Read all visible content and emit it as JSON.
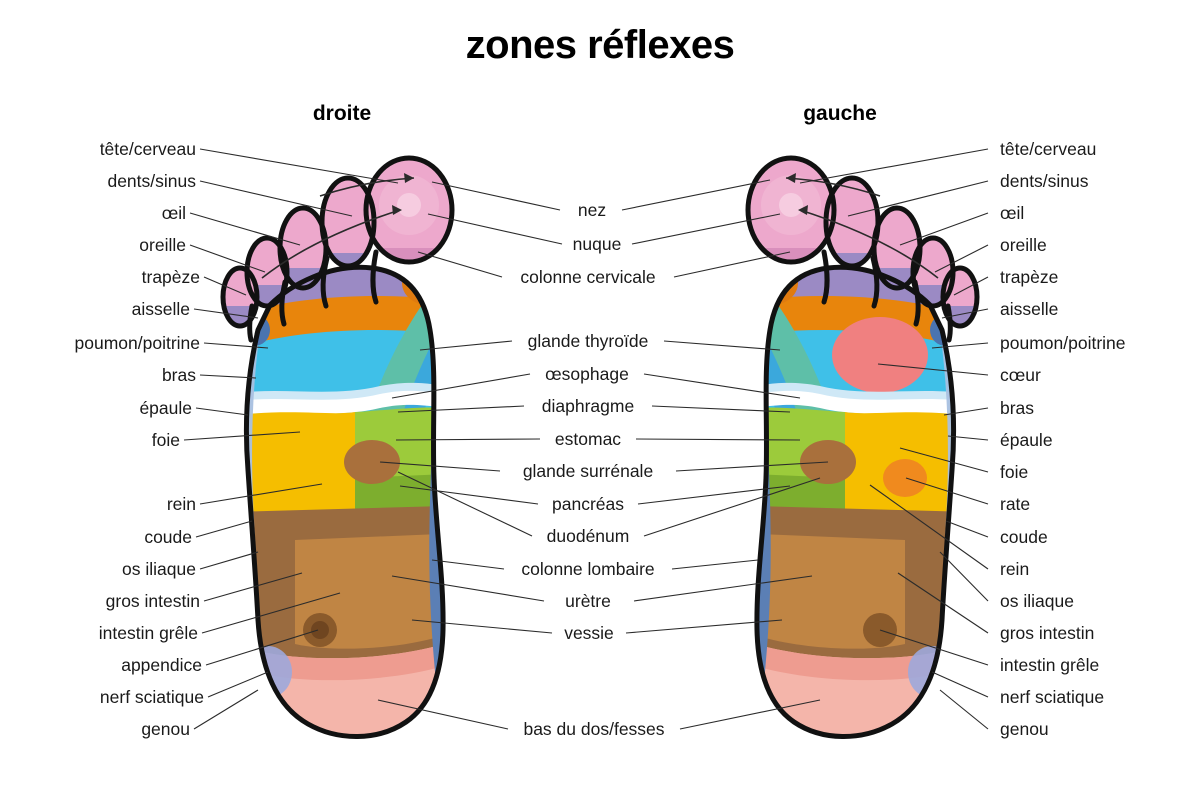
{
  "header": {
    "title": "zones réflexes",
    "left_foot_label": "droite",
    "right_foot_label": "gauche"
  },
  "colors": {
    "outline": "#111111",
    "toe_pink": "#EDA8CC",
    "toe_pink_light": "#F3C4DC",
    "toe_purple": "#9B8AC4",
    "trapeze_orange": "#E8850C",
    "lung_cyan": "#3FC0E8",
    "thyroid_teal": "#5EBFA8",
    "esophagus_blue": "#3BA8DC",
    "liver_yellow": "#F5BE00",
    "stomach_green": "#9CCB3B",
    "pancreas_green_dark": "#7DAE2E",
    "intestine_brown": "#9A6B3F",
    "colon_brown_light": "#C08544",
    "kidney_yellow": "#F7E04A",
    "heel_salmon": "#F4B5AA",
    "spine_blue": "#5B7FB5",
    "arm_blue_light": "#A8C0E0",
    "heart_red": "#F08080",
    "spleen_orange": "#F08A1E",
    "shoulder_blue": "#4A74B0"
  },
  "labels_left": [
    "tête/cerveau",
    "dents/sinus",
    "œil",
    "oreille",
    "trapèze",
    "aisselle",
    "poumon/poitrine",
    "bras",
    "épaule",
    "foie",
    "rein",
    "coude",
    "os iliaque",
    "gros intestin",
    "intestin grêle",
    "appendice",
    "nerf sciatique",
    "genou"
  ],
  "labels_center": [
    "nez",
    "nuque",
    "colonne cervicale",
    "glande thyroïde",
    "œsophage",
    "diaphragme",
    "estomac",
    "glande surrénale",
    "pancréas",
    "duodénum",
    "colonne lombaire",
    "urètre",
    "vessie",
    "bas du dos/fesses"
  ],
  "labels_right": [
    "tête/cerveau",
    "dents/sinus",
    "œil",
    "oreille",
    "trapèze",
    "aisselle",
    "poumon/poitrine",
    "cœur",
    "bras",
    "épaule",
    "foie",
    "rate",
    "coude",
    "rein",
    "os iliaque",
    "gros intestin",
    "intestin grêle",
    "nerf sciatique",
    "genou"
  ],
  "chart_data": {
    "type": "diagram",
    "title": "zones réflexes",
    "subject": "reflexology foot chart",
    "language": "fr",
    "feet": [
      {
        "side": "droite",
        "label_column": "left",
        "zones": [
          "tête/cerveau",
          "dents/sinus",
          "œil",
          "oreille",
          "trapèze",
          "aisselle",
          "poumon/poitrine",
          "bras",
          "épaule",
          "foie",
          "rein",
          "coude",
          "os iliaque",
          "gros intestin",
          "intestin grêle",
          "appendice",
          "nerf sciatique",
          "genou",
          "nez",
          "nuque",
          "colonne cervicale",
          "glande thyroïde",
          "œsophage",
          "diaphragme",
          "estomac",
          "glande surrénale",
          "pancréas",
          "duodénum",
          "colonne lombaire",
          "urètre",
          "vessie",
          "bas du dos/fesses"
        ]
      },
      {
        "side": "gauche",
        "label_column": "right",
        "zones": [
          "tête/cerveau",
          "dents/sinus",
          "œil",
          "oreille",
          "trapèze",
          "aisselle",
          "poumon/poitrine",
          "cœur",
          "bras",
          "épaule",
          "foie",
          "rate",
          "coude",
          "rein",
          "os iliaque",
          "gros intestin",
          "intestin grêle",
          "nerf sciatique",
          "genou",
          "nez",
          "nuque",
          "colonne cervicale",
          "glande thyroïde",
          "œsophage",
          "diaphragme",
          "estomac",
          "glande surrénale",
          "pancréas",
          "duodénum",
          "colonne lombaire",
          "urètre",
          "vessie",
          "bas du dos/fesses"
        ]
      }
    ]
  }
}
